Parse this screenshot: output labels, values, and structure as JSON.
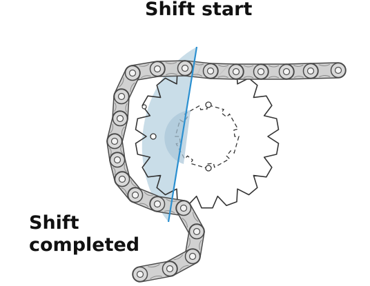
{
  "labels": {
    "shift_start": "Shift start",
    "shift_completed_line1": "Shift",
    "shift_completed_line2": "completed"
  },
  "colors": {
    "chain_fill": "#cfcfcf",
    "chain_outline": "#4a4a4a",
    "sector_fill": "#c3d9e6",
    "boundary_line": "#2a8fd0",
    "sprocket_stroke": "#333333"
  }
}
